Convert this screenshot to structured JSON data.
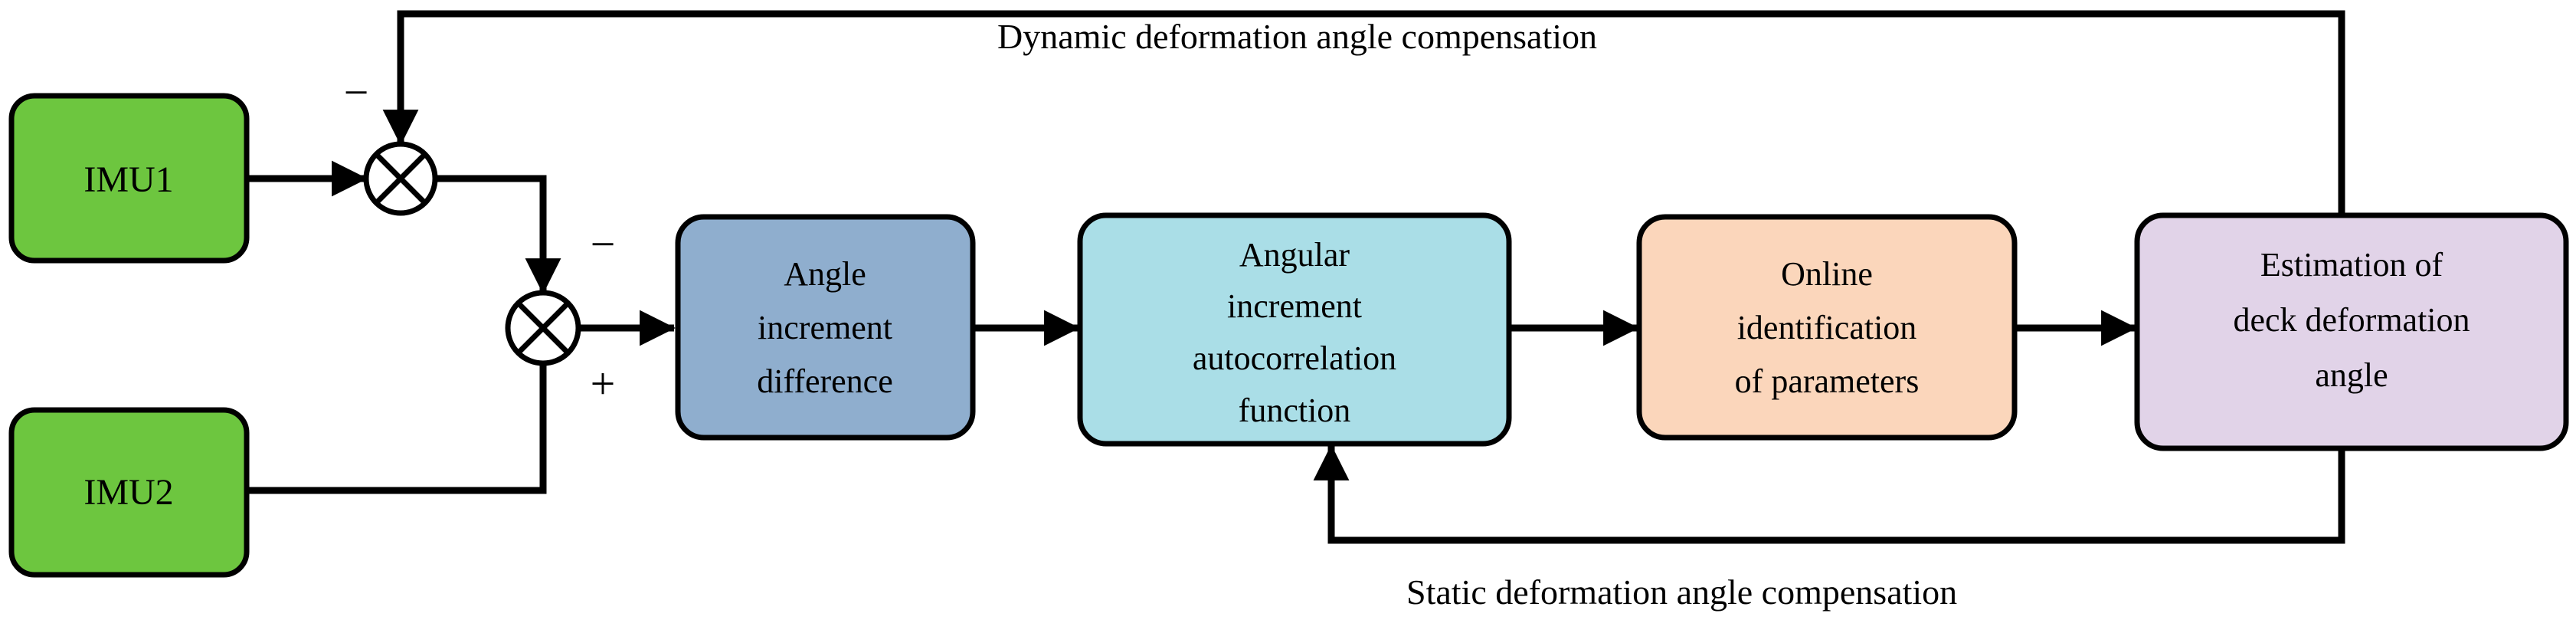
{
  "diagram": {
    "title": "Deck deformation angle estimation block diagram",
    "background": "#ffffff",
    "line_color": "#000000"
  },
  "colors": {
    "green": "#6DC63F",
    "blue": "#8FAECE",
    "cyan": "#AADEE7",
    "orange": "#FBD6BB",
    "purple": "#E1D3E8",
    "stroke": "#000000",
    "white": "#FFFFFF"
  },
  "blocks": [
    {
      "id": "imu1",
      "label": "IMU1",
      "color_key": "green",
      "lines": [
        "IMU1"
      ]
    },
    {
      "id": "imu2",
      "label": "IMU2",
      "color_key": "green",
      "lines": [
        "IMU2"
      ]
    },
    {
      "id": "angle_increment_difference",
      "label": "Angle increment difference",
      "color_key": "blue",
      "lines": [
        "Angle",
        "increment",
        "difference"
      ]
    },
    {
      "id": "angular_increment_autocorrelation_function",
      "label": "Angular increment autocorrelation function",
      "color_key": "cyan",
      "lines": [
        "Angular",
        "increment",
        "autocorrelation",
        "function"
      ]
    },
    {
      "id": "online_identification_of_parameters",
      "label": "Online identification of  parameters",
      "color_key": "orange",
      "lines": [
        "Online",
        "identification",
        "of  parameters"
      ]
    },
    {
      "id": "estimation_of_deck_deformation_angle",
      "label": "Estimation of deck deformation angle",
      "color_key": "purple",
      "lines": [
        "Estimation of",
        "deck deformation",
        "angle"
      ]
    }
  ],
  "junctions": [
    {
      "id": "sum1",
      "symbol": "cross-circle",
      "signs": [
        "minus"
      ]
    },
    {
      "id": "sum2",
      "symbol": "cross-circle",
      "signs": [
        "minus",
        "plus"
      ]
    }
  ],
  "signs": {
    "sum1_minus": "−",
    "sum2_minus": "−",
    "sum2_plus": "+"
  },
  "edge_labels": {
    "dynamic": "Dynamic deformation angle compensation",
    "static": "Static deformation angle compensation"
  }
}
